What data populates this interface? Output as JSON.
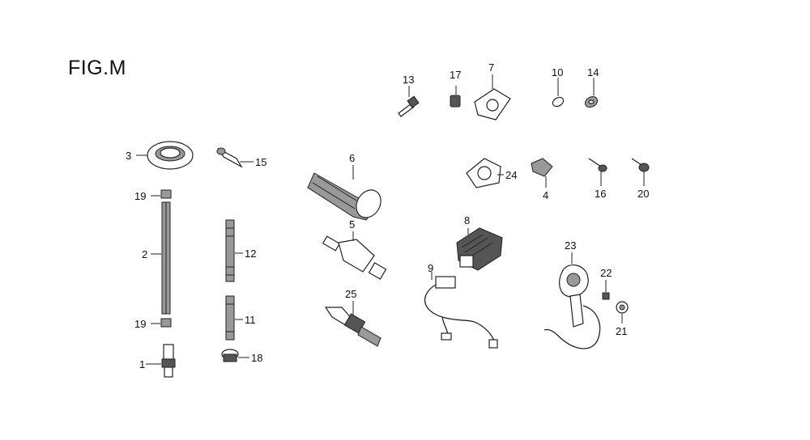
{
  "figure": {
    "title": "FIG.M"
  },
  "callouts": {
    "c1": "1",
    "c2": "2",
    "c3": "3",
    "c4": "4",
    "c5": "5",
    "c6": "6",
    "c7": "7",
    "c8": "8",
    "c9": "9",
    "c10": "10",
    "c11": "11",
    "c12": "12",
    "c13": "13",
    "c14": "14",
    "c15": "15",
    "c16": "16",
    "c17": "17",
    "c18": "18",
    "c19a": "19",
    "c19b": "19",
    "c20": "20",
    "c21": "21",
    "c22": "22",
    "c23": "23",
    "c24": "24",
    "c25": "25"
  }
}
